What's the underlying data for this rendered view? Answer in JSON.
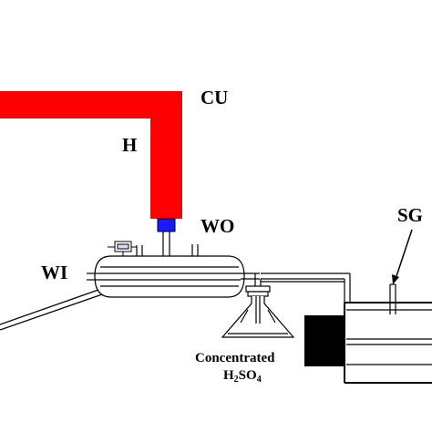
{
  "labels": {
    "cu": "CU",
    "h": "H",
    "wo": "WO",
    "wi": "WI",
    "sg": "SG",
    "acid_line1": "Concentrated",
    "acid_h": "H",
    "acid_2": "2",
    "acid_so": "SO",
    "acid_4": "4"
  },
  "colors": {
    "heater_tube": "#ff0000",
    "connector": "#1a1aff",
    "block": "#000000",
    "line": "#000000"
  }
}
